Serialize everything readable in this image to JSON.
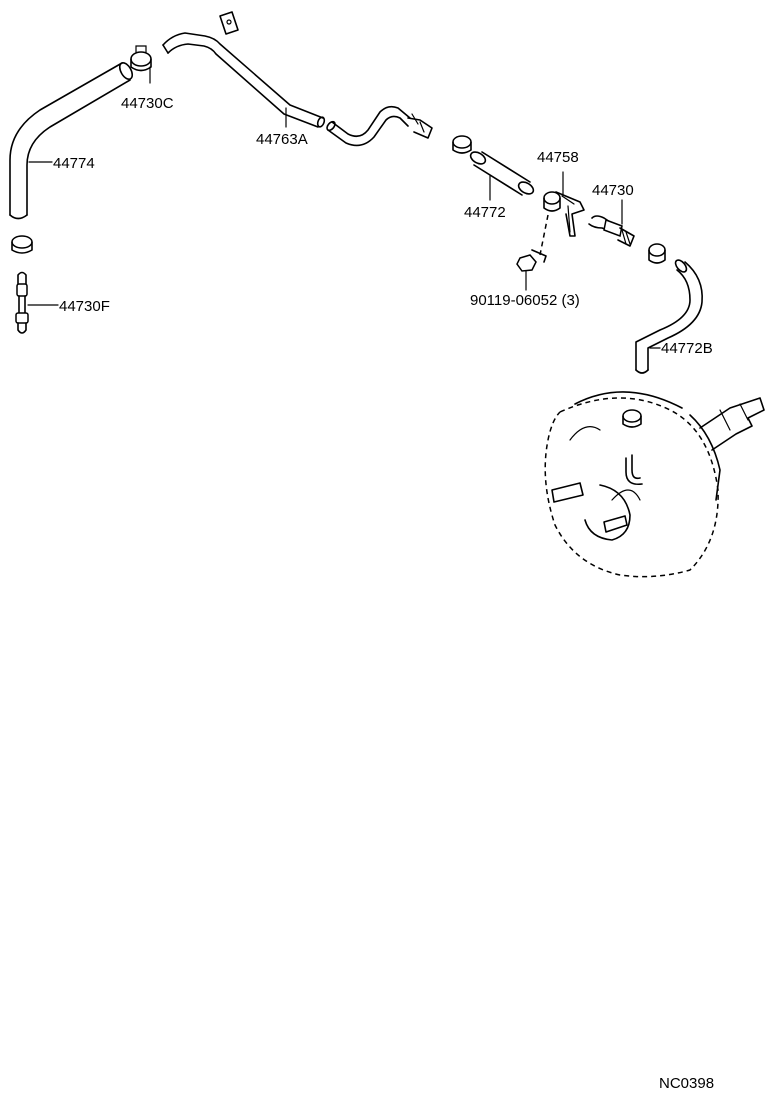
{
  "labels": {
    "p44730C": "44730C",
    "p44774": "44774",
    "p44730F": "44730F",
    "p44763A": "44763A",
    "p44758": "44758",
    "p44772": "44772",
    "p44730": "44730",
    "p90119": "90119-06052 (3)",
    "p44772B": "44772B",
    "code": "NC0398"
  }
}
